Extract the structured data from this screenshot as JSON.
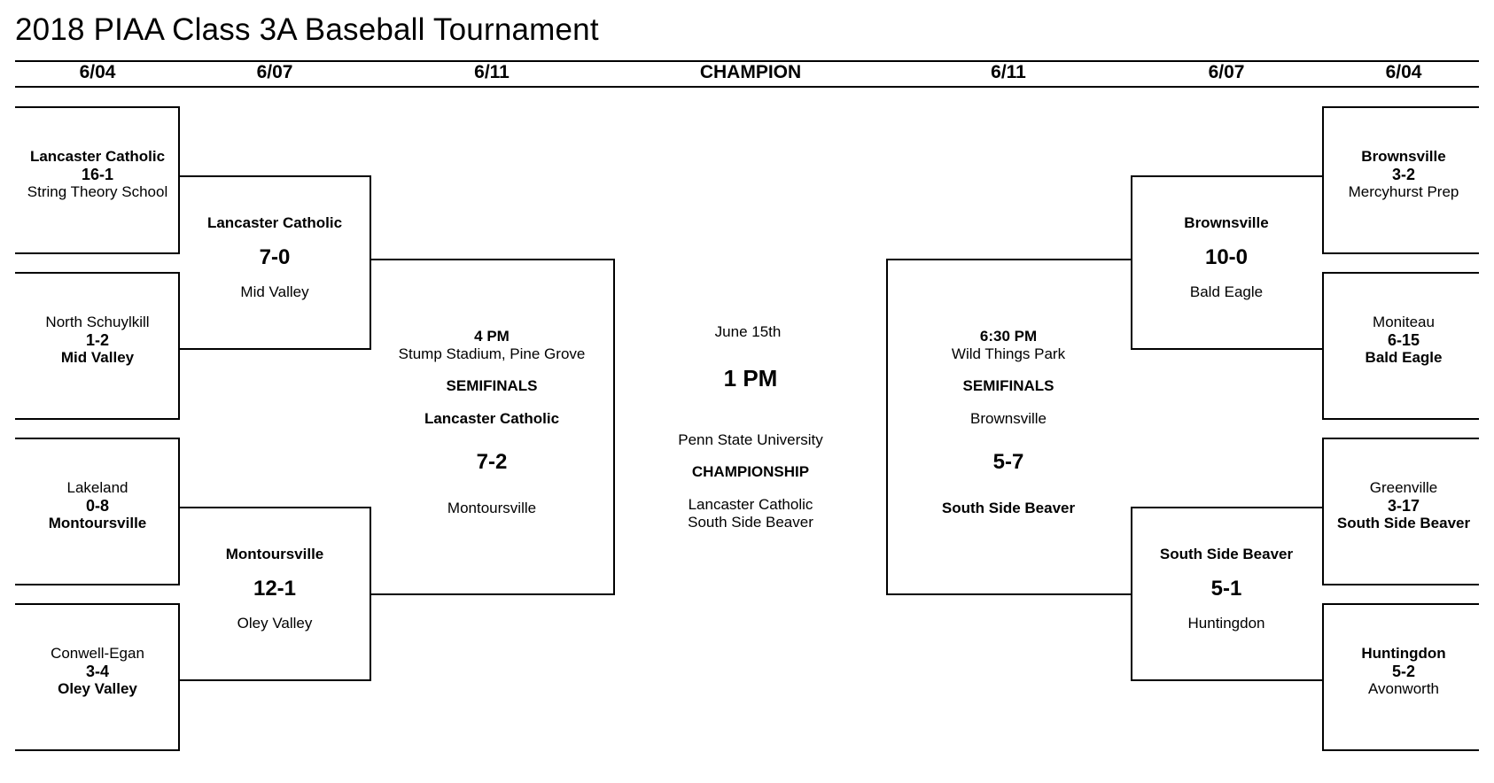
{
  "title": "2018 PIAA Class 3A Baseball Tournament",
  "headers": [
    "6/04",
    "6/07",
    "6/11",
    "CHAMPION",
    "6/11",
    "6/07",
    "6/04"
  ],
  "first_round": {
    "left": [
      {
        "top": "Lancaster Catholic",
        "score": "16-1",
        "bottom": "String Theory School",
        "winner": "top"
      },
      {
        "top": "North Schuylkill",
        "score": "1-2",
        "bottom": "Mid Valley",
        "winner": "bottom"
      },
      {
        "top": "Lakeland",
        "score": "0-8",
        "bottom": "Montoursville",
        "winner": "bottom"
      },
      {
        "top": "Conwell-Egan",
        "score": "3-4",
        "bottom": "Oley Valley",
        "winner": "bottom"
      }
    ],
    "right": [
      {
        "top": "Brownsville",
        "score": "3-2",
        "bottom": "Mercyhurst Prep",
        "winner": "top"
      },
      {
        "top": "Moniteau",
        "score": "6-15",
        "bottom": "Bald Eagle",
        "winner": "bottom"
      },
      {
        "top": "Greenville",
        "score": "3-17",
        "bottom": "South Side Beaver",
        "winner": "bottom"
      },
      {
        "top": "Huntingdon",
        "score": "5-2",
        "bottom": "Avonworth",
        "winner": "top"
      }
    ]
  },
  "quarterfinals": {
    "left": [
      {
        "top": "Lancaster Catholic",
        "score": "7-0",
        "bottom": "Mid Valley"
      },
      {
        "top": "Montoursville",
        "score": "12-1",
        "bottom": "Oley Valley"
      }
    ],
    "right": [
      {
        "top": "Brownsville",
        "score": "10-0",
        "bottom": "Bald Eagle"
      },
      {
        "top": "South Side Beaver",
        "score": "5-1",
        "bottom": "Huntingdon"
      }
    ]
  },
  "semifinals": {
    "left": {
      "time": "4 PM",
      "venue": "Stump Stadium, Pine Grove",
      "label": "SEMIFINALS",
      "top": "Lancaster Catholic",
      "score": "7-2",
      "bottom": "Montoursville"
    },
    "right": {
      "time": "6:30 PM",
      "venue": "Wild Things Park",
      "label": "SEMIFINALS",
      "top": "Brownsville",
      "score": "5-7",
      "bottom": "South Side Beaver"
    }
  },
  "championship": {
    "date": "June 15th",
    "time": "1 PM",
    "venue": "Penn State University",
    "label": "CHAMPIONSHIP",
    "team1": "Lancaster Catholic",
    "team2": "South Side Beaver"
  }
}
